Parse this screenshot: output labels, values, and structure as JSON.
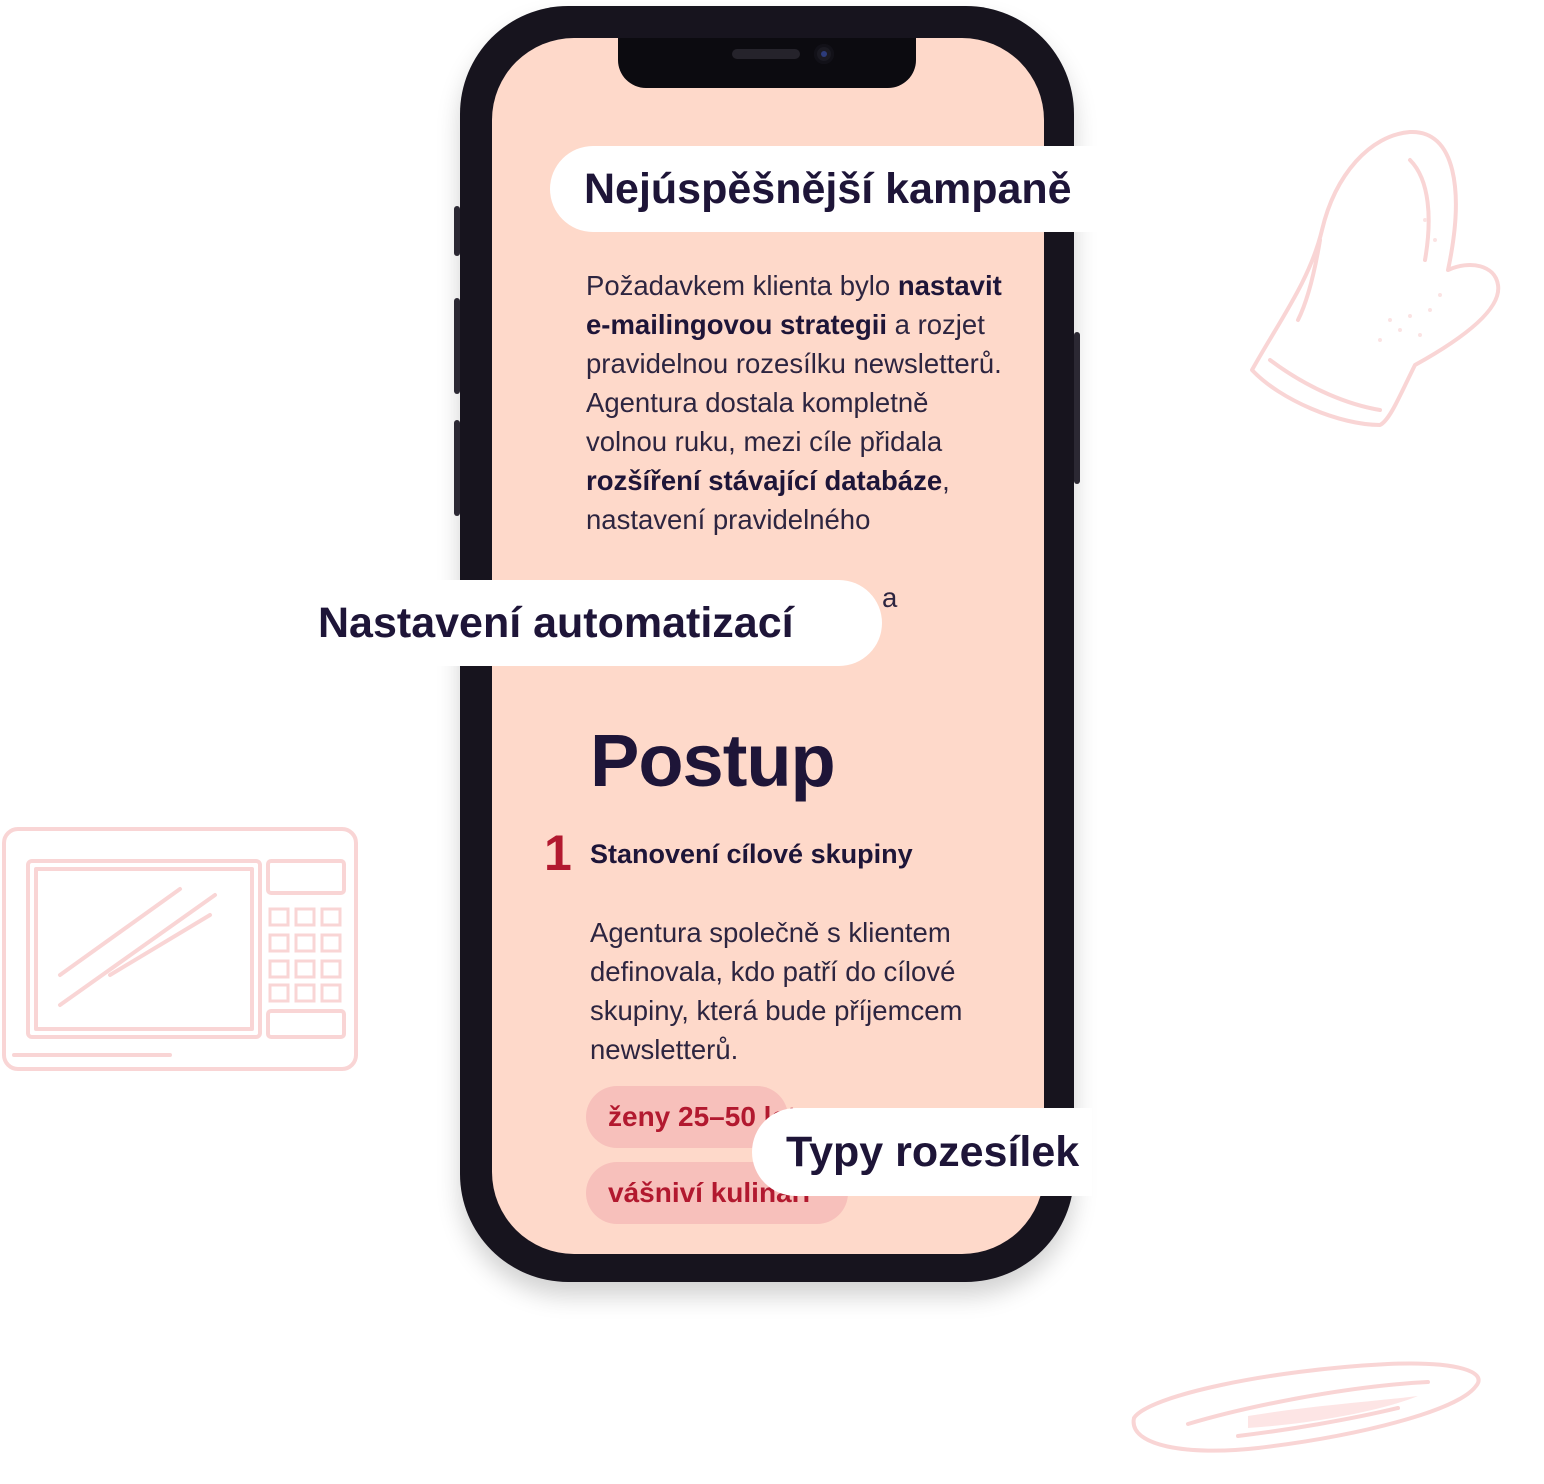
{
  "colors": {
    "screen_background": "#fed9ca",
    "text_primary": "#1e1538",
    "text_body": "#2d2540",
    "accent": "#b2192f",
    "tag_background": "#f7c0bb",
    "phone_frame": "#17141e",
    "doodle": "#f9d5d5"
  },
  "labels": {
    "campaigns": "Nejúspěšnější kampaně",
    "automation": "Nastavení automatizací",
    "mailing_types": "Typy rozesílek"
  },
  "intro": {
    "p1": "Požadavkem klienta bylo ",
    "b1": "nastavit e-mailingovou strategii",
    "p2": " a rozjet pravidelnou rozesílku newsletterů. Agentura dostala kompletně volnou ruku, mezi cíle přidala ",
    "b2": "rozšíření stávající databáze",
    "p3": ", nastavení pravidelného",
    "p4": "a"
  },
  "section": {
    "title": "Postup"
  },
  "steps": [
    {
      "number": "1",
      "title": "Stanovení cílové skupiny",
      "text": "Agentura společně s klientem definovala, kdo patří do cílové skupiny, která bude příjemcem newsletterů."
    }
  ],
  "tags": [
    "ženy 25–50 let",
    "vášniví kulináři"
  ],
  "icons": {
    "oven_mitt": "oven-mitt-icon",
    "microwave": "microwave-icon",
    "plate": "plate-icon"
  }
}
